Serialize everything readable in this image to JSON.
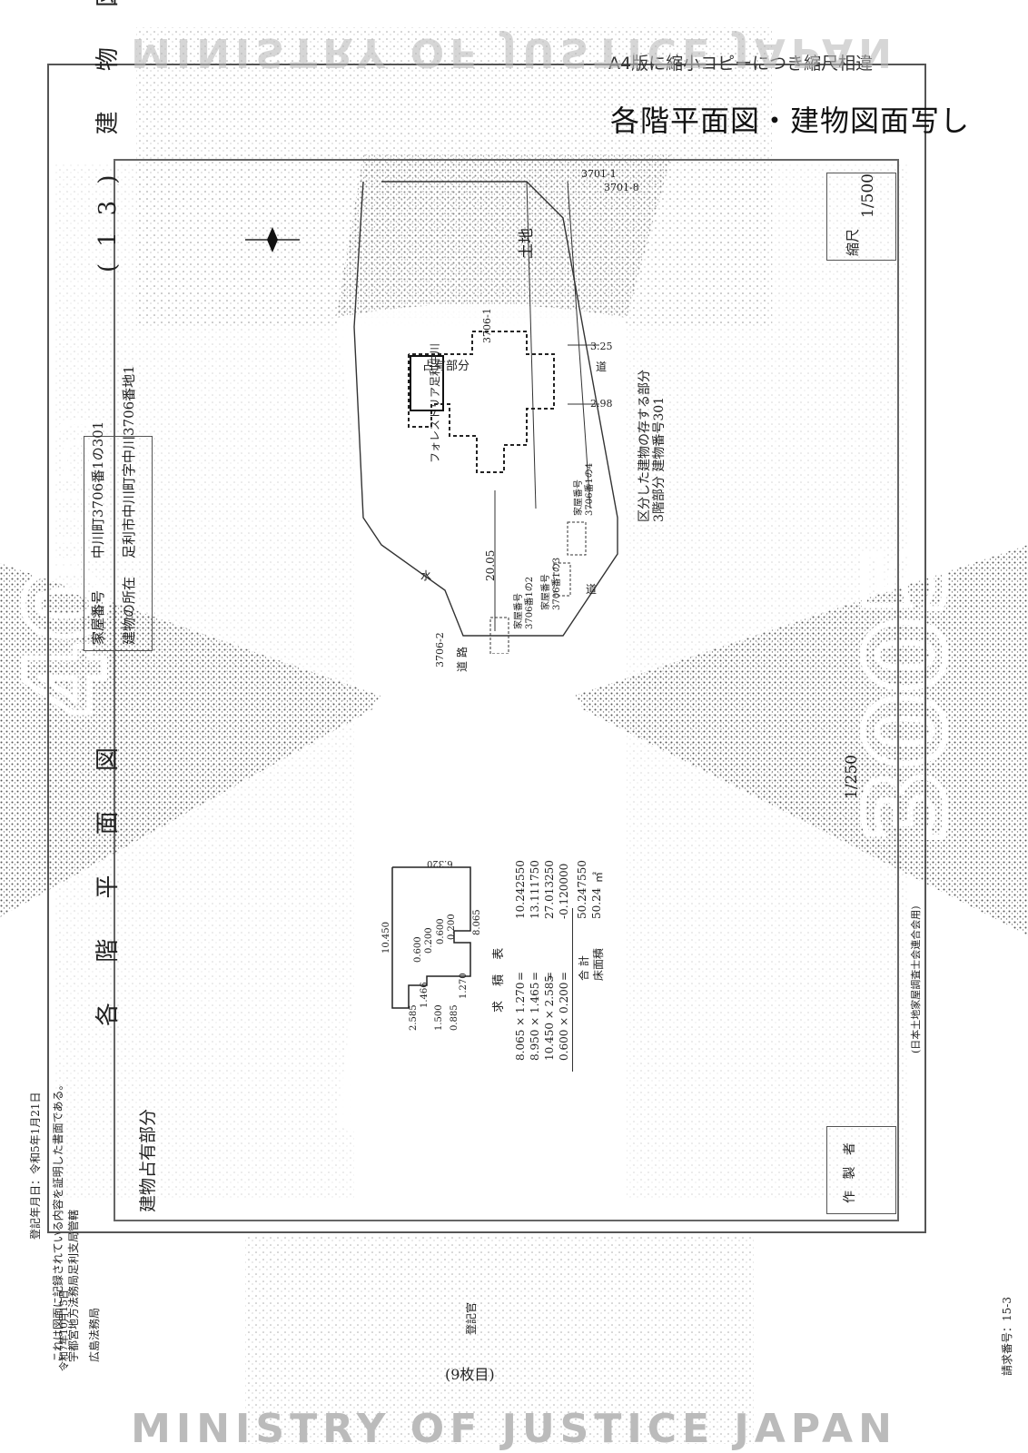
{
  "header": {
    "reduction_note": "A4版に縮小コピーにつき縮尺相違",
    "title": "各階平面図・建物図面写し"
  },
  "building_drawing": {
    "title": "(13) 建 物 図 面",
    "scale_label": "縮尺",
    "scale_value": "1/500",
    "house_number_label": "家屋番号",
    "house_number_value": "中川町3706番1の301",
    "location_label": "建物の所在",
    "location_value": "足利市中川町字中川3706番地1",
    "building_name": "フォレストリア足利中川",
    "handwritten_part": "土地",
    "handwritten_name": "占有部分",
    "lot_numbers": [
      "3701-1",
      "3701-8",
      "3706-1",
      "3706-2"
    ],
    "dims": [
      "3.25",
      "2.98",
      "20.05"
    ],
    "road_labels": [
      "道",
      "道",
      "道 路",
      "水"
    ],
    "houses": [
      {
        "label": "家屋番号",
        "number": "3706番1の2"
      },
      {
        "label": "家屋番号",
        "number": "3706番1の3"
      },
      {
        "label": "家屋番号",
        "number": "3706番1の4"
      }
    ],
    "note": "区分した建物の存する部分3階部分 建物番号301"
  },
  "floor_plan": {
    "title": "各 階 平 面 図",
    "scale_value": "1/250",
    "handwritten": "建物占有部分",
    "dims": [
      "6.320",
      "10.450",
      "8.065",
      "0.600",
      "0.200",
      "0.600",
      "0.200",
      "1.270",
      "1.466",
      "1.500",
      "2.585",
      "0.885"
    ],
    "area_table_title": "求 積 表",
    "rows": [
      {
        "expr": "8.065 × 1.270",
        "eq": "=",
        "value": "10.242550"
      },
      {
        "expr": "8.950 × 1.465",
        "eq": "=",
        "value": "13.111750"
      },
      {
        "expr": "10.450 × 2.585",
        "eq": "=",
        "value": "27.013250"
      },
      {
        "expr": "0.600 × 0.200",
        "eq": "=",
        "value": "-0.120000"
      }
    ],
    "total_label": "合 計",
    "total_value": "50.247550",
    "floor_area_label": "床面積",
    "floor_area_value": "50.24",
    "unit": "㎡",
    "maker_label": "作 製 者",
    "association": "(日本土地家屋調査士会連合会用)"
  },
  "footer": {
    "registered_date": "登記年月日：令和5年1月21日",
    "cert_lines": [
      "これは図面に記録されている内容を証明した書面である。",
      "宇都宮地方法務局足利支局管轄",
      "広島法務局"
    ],
    "cert_date": "令和7年10月15日",
    "official": "登記官",
    "sheet_number": "(9枚目)",
    "request_number": "請求番号：15-3",
    "watermark": "MINISTRY OF JUSTICE JAPAN"
  }
}
